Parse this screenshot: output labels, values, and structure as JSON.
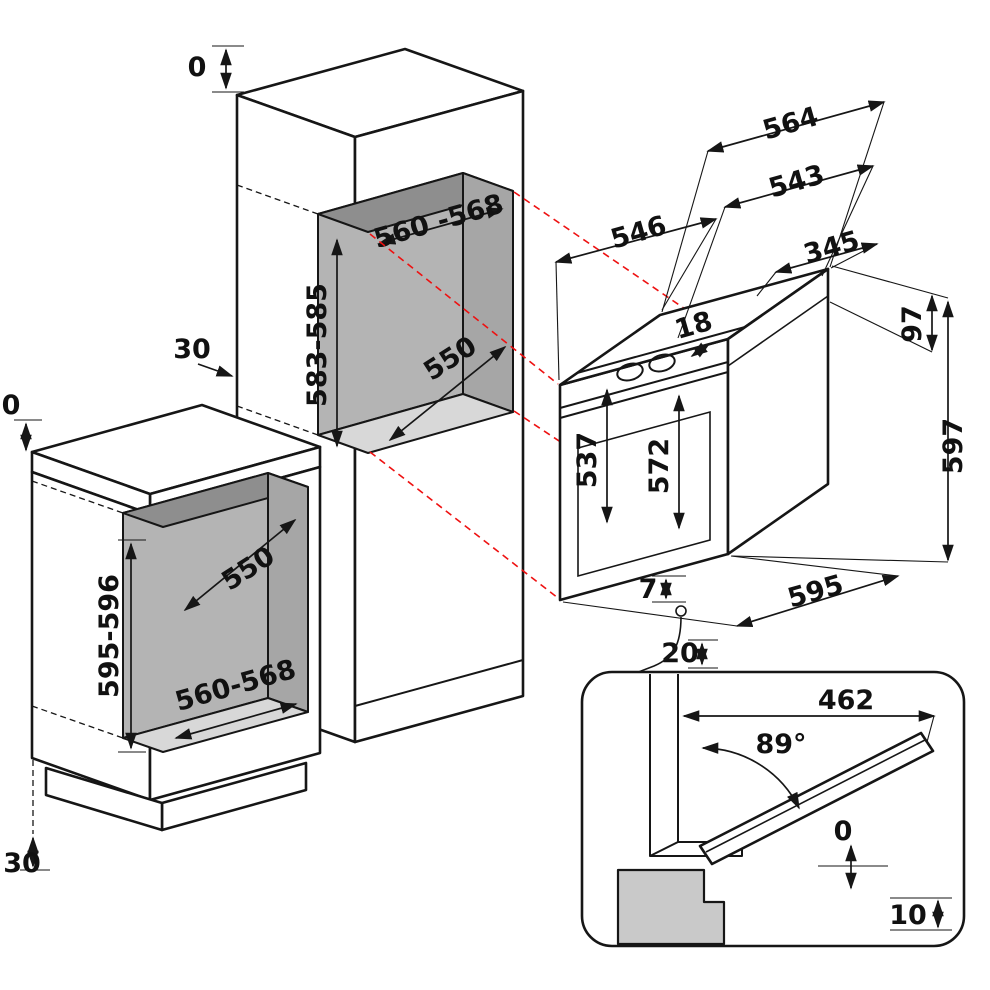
{
  "diagram": {
    "type": "built-in-oven-installation-dimensions",
    "units": "mm",
    "tall_cabinet": {
      "top_gap": "0",
      "side_clearance": "30",
      "niche_width": "560 -568",
      "niche_height": "583-585",
      "niche_depth": "550"
    },
    "base_cabinet": {
      "top_gap": "0",
      "bottom_clearance": "30",
      "niche_depth": "550",
      "niche_height": "595-596",
      "niche_width": "560-568"
    },
    "oven": {
      "overall_width": "564",
      "body_width": "543",
      "depth": "546",
      "back_width": "345",
      "top_recess": "18",
      "fascia_height": "97",
      "overall_height": "597",
      "side_height": "537",
      "front_height": "572",
      "front_width": "595",
      "bottom_gap": "7",
      "cable_offset": "20"
    },
    "door_detail": {
      "door_projection": "462",
      "opening_angle": "89°",
      "top_gap": "0",
      "bottom_gap": "10"
    },
    "colors": {
      "line": "#161616",
      "niche_back": "#b4b4b4",
      "niche_floor": "#d8d8d8",
      "niche_ceiling": "#8e8e8e",
      "niche_side": "#a6a6a6",
      "alignment_line": "#ee1111",
      "detail_fill": "#c9c9c9"
    }
  }
}
